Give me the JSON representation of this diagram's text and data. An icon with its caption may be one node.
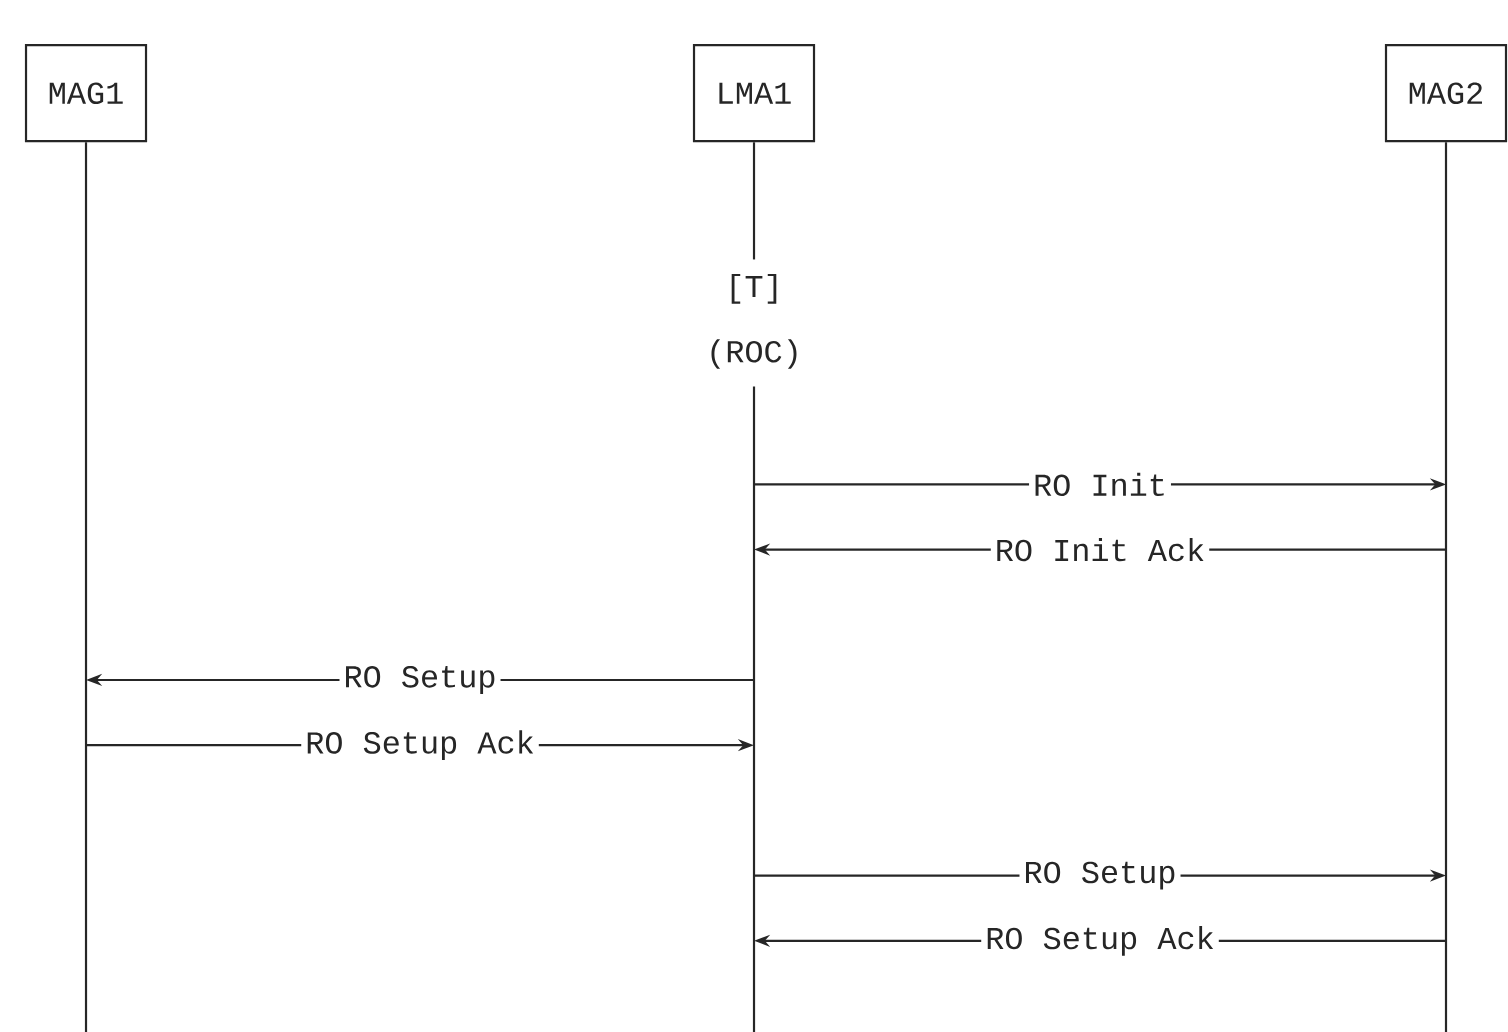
{
  "diagram": {
    "nodes": [
      {
        "text": [
          "MAG1"
        ]
      },
      {
        "text": [
          "LMA1"
        ]
      },
      {
        "text": [
          "MAG2"
        ]
      }
    ],
    "edges": [
      {
        "from": 1,
        "to": 2,
        "arrow": "to",
        "label": "RO Init"
      },
      {
        "from": 2,
        "to": 1,
        "arrow": "to",
        "label": "RO Init Ack"
      },
      {
        "from": 1,
        "to": 0,
        "arrow": "to",
        "label": "RO Setup"
      },
      {
        "from": 0,
        "to": 1,
        "arrow": "to",
        "label": "RO Setup Ack"
      },
      {
        "from": 1,
        "to": 2,
        "arrow": "to",
        "label": "RO Setup"
      },
      {
        "from": 2,
        "to": 1,
        "arrow": "to",
        "label": "RO Setup Ack"
      }
    ],
    "labels": [
      "[T]",
      "(ROC)"
    ]
  }
}
